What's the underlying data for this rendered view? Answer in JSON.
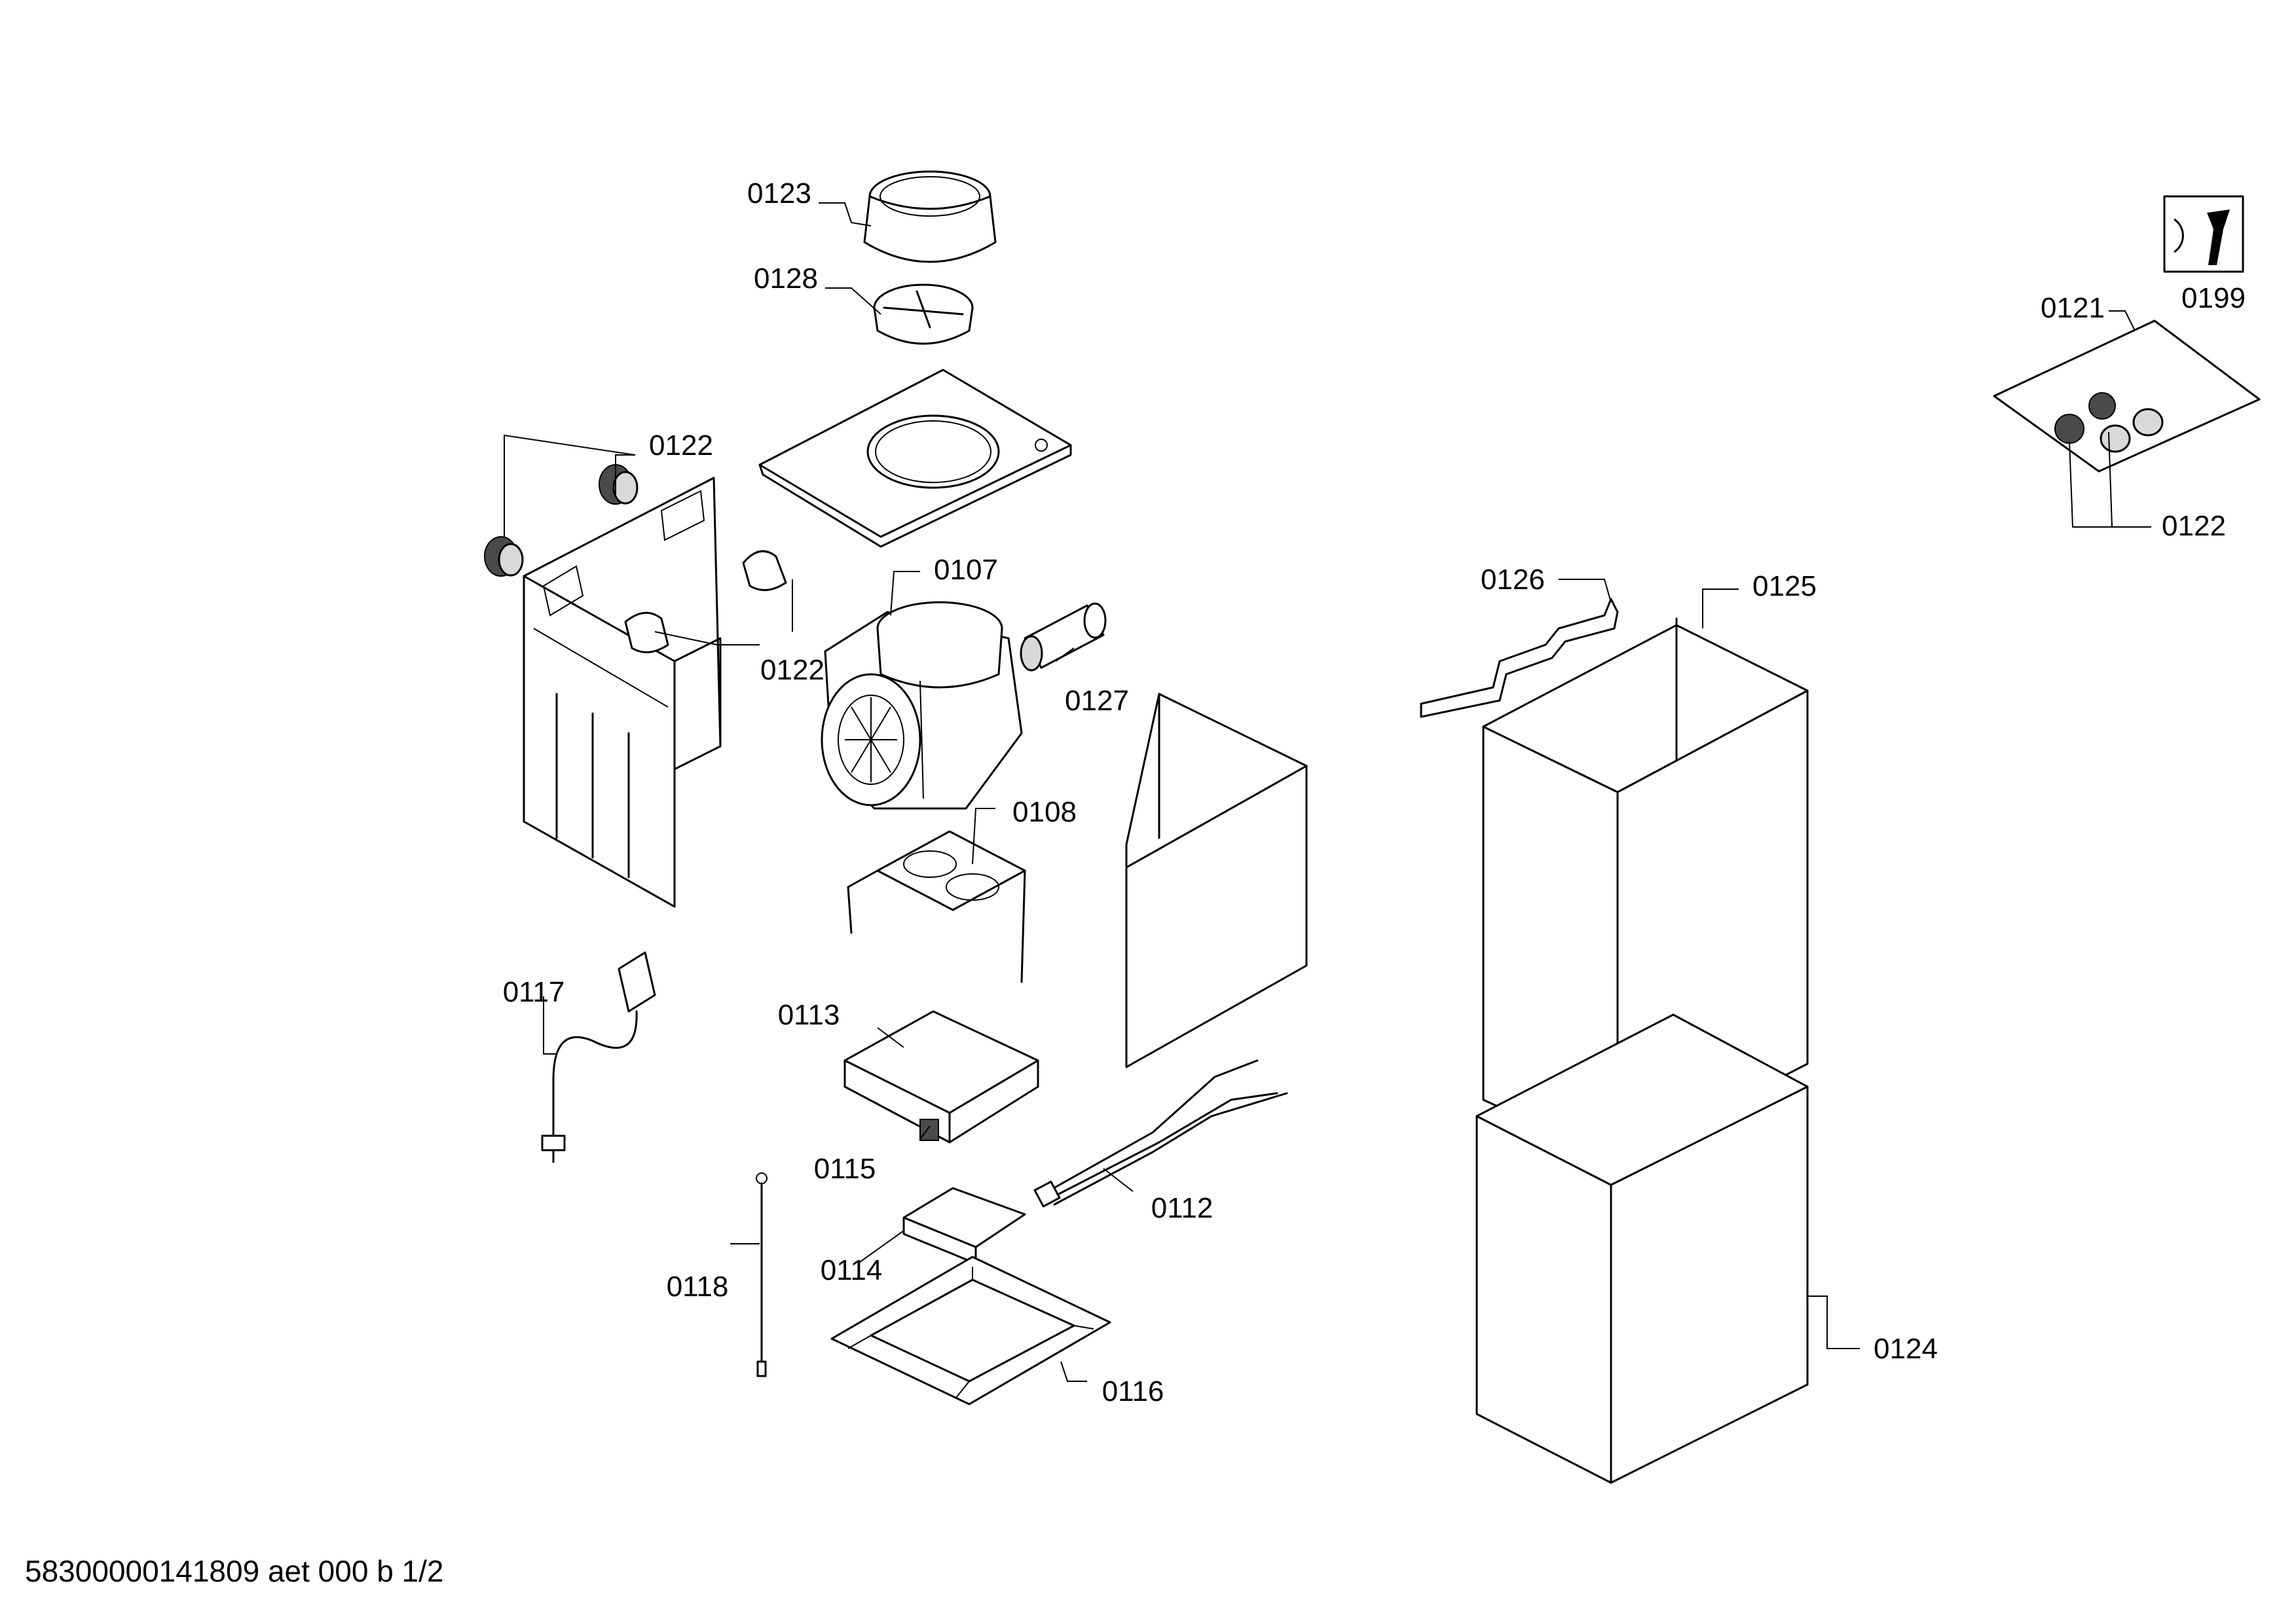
{
  "diagram": {
    "callouts": [
      {
        "id": "0107",
        "label": "0107"
      },
      {
        "id": "0108",
        "label": "0108"
      },
      {
        "id": "0112",
        "label": "0112"
      },
      {
        "id": "0113",
        "label": "0113"
      },
      {
        "id": "0114",
        "label": "0114"
      },
      {
        "id": "0115",
        "label": "0115"
      },
      {
        "id": "0116",
        "label": "0116"
      },
      {
        "id": "0117",
        "label": "0117"
      },
      {
        "id": "0118",
        "label": "0118"
      },
      {
        "id": "0121",
        "label": "0121"
      },
      {
        "id": "0122a",
        "label": "0122"
      },
      {
        "id": "0122b",
        "label": "0122"
      },
      {
        "id": "0122c",
        "label": "0122"
      },
      {
        "id": "0123",
        "label": "0123"
      },
      {
        "id": "0124",
        "label": "0124"
      },
      {
        "id": "0125",
        "label": "0125"
      },
      {
        "id": "0126",
        "label": "0126"
      },
      {
        "id": "0127",
        "label": "0127"
      },
      {
        "id": "0128",
        "label": "0128"
      },
      {
        "id": "0199",
        "label": "0199"
      }
    ],
    "footer": "58300000141809 aet 000 b 1/2",
    "icons": {
      "tool_box": "wrench-icon"
    }
  }
}
